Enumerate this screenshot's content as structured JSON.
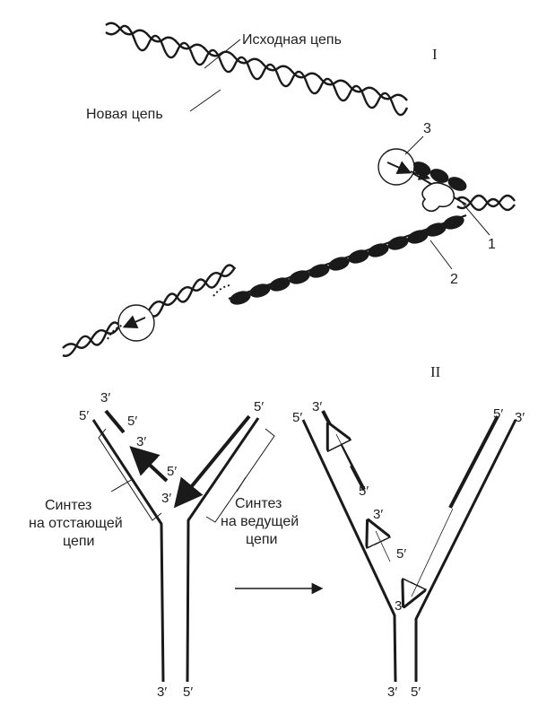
{
  "panel_i": {
    "roman": "I",
    "label_original_strand": "Исходная цепь",
    "label_new_strand": "Новая цепь",
    "marker_1": "1",
    "marker_2": "2",
    "marker_3": "3"
  },
  "panel_ii": {
    "roman": "II",
    "left_fork": {
      "lagging_label_1": "Синтез",
      "lagging_label_2": "на отстающей",
      "lagging_label_3": "цепи",
      "leading_label_1": "Синтез",
      "leading_label_2": "на ведущей",
      "leading_label_3": "цепи",
      "end_top_left_outer": "5′",
      "end_frag_3": "3′",
      "end_frag_5": "5′",
      "end_mid_frag_3": "3′",
      "end_mid_frag_5": "5′",
      "end_lead_3": "3′",
      "end_top_right": "5′",
      "end_bottom_left": "3′",
      "end_bottom_right": "5′"
    },
    "right_fork": {
      "end_top_left_outer": "5′",
      "end_top_left_inner": "3′",
      "end_frag_5": "5′",
      "end_mid_3": "3′",
      "end_mid_5": "5′",
      "end_lead_3": "3′",
      "end_top_right_inner": "5′",
      "end_top_right_outer": "3′",
      "end_bottom_left": "3′",
      "end_bottom_right": "5′"
    }
  }
}
